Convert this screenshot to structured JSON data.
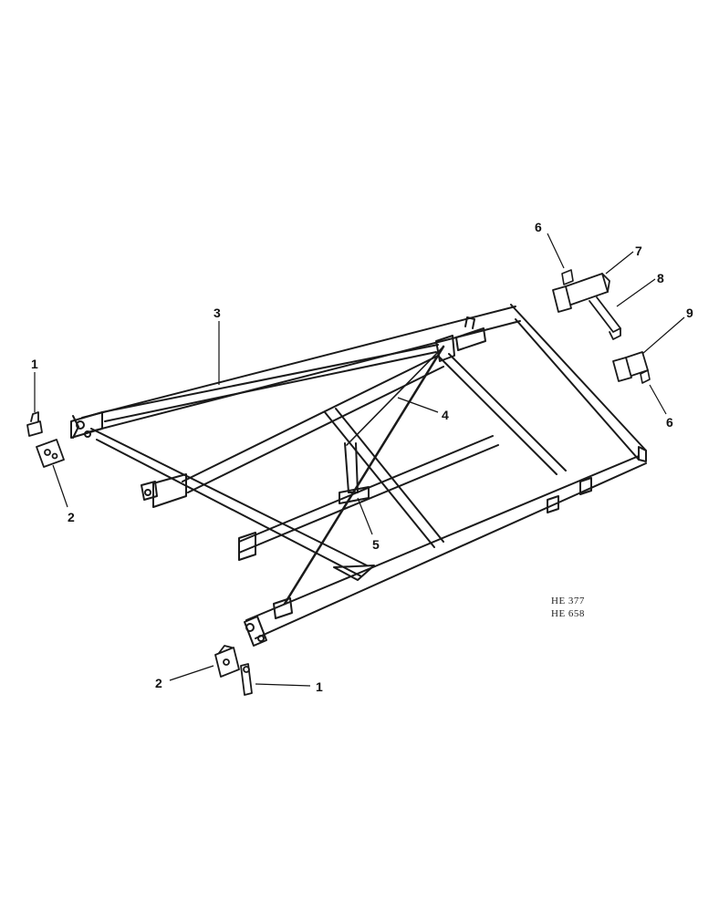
{
  "figure_codes": [
    "HE 377",
    "HE 658"
  ],
  "callouts": [
    {
      "label": "1",
      "part": "pin-left"
    },
    {
      "label": "2",
      "part": "bracket-left"
    },
    {
      "label": "3",
      "part": "diagonal-brace"
    },
    {
      "label": "4",
      "part": "brace-rod"
    },
    {
      "label": "5",
      "part": "center-post"
    },
    {
      "label": "6",
      "part": "clip-upper"
    },
    {
      "label": "7",
      "part": "extension-bracket"
    },
    {
      "label": "8",
      "part": "bar"
    },
    {
      "label": "9",
      "part": "mount-bracket"
    },
    {
      "label": "6",
      "part": "clip-lower"
    },
    {
      "label": "2",
      "part": "bracket-bottom"
    },
    {
      "label": "1",
      "part": "pin-bottom"
    }
  ]
}
